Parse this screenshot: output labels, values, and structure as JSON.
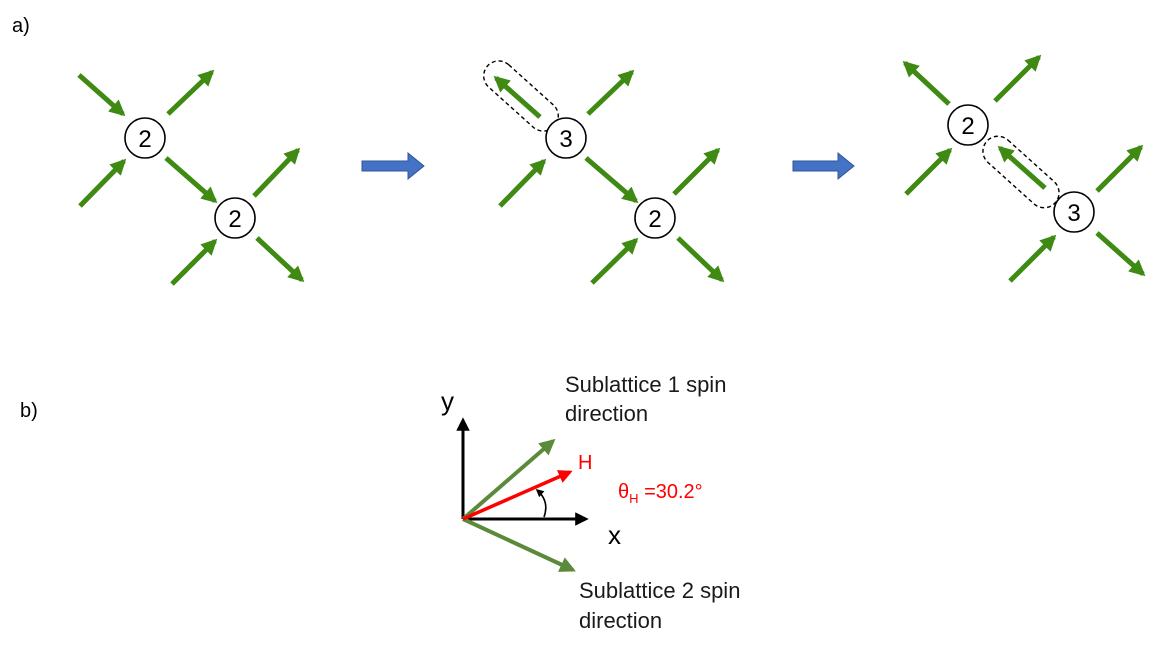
{
  "colors": {
    "spin_arrow": "#3f8a12",
    "step_arrow": "#4472c4",
    "field_arrow": "#ff0000",
    "axis": "#000000",
    "sublattice_arrow": "#5b8a3a"
  },
  "panel_a": {
    "label": "a)",
    "stages": [
      {
        "nodes": [
          {
            "value": "2"
          },
          {
            "value": "2"
          }
        ],
        "step_arrow_icon": "right-arrow-icon"
      },
      {
        "nodes": [
          {
            "value": "3"
          },
          {
            "value": "2"
          }
        ],
        "highlight": "dashed-outline-around-flipped-spin",
        "step_arrow_icon": "right-arrow-icon"
      },
      {
        "nodes": [
          {
            "value": "2"
          },
          {
            "value": "3"
          }
        ],
        "highlight": "dashed-outline-around-flipped-spin"
      }
    ]
  },
  "panel_b": {
    "label": "b)",
    "y_label": "y",
    "x_label": "x",
    "field_label": "H",
    "angle_label": "θ",
    "angle_subscript": "H",
    "angle_value": " =30.2°",
    "sublattice1": {
      "line1": "Sublattice 1 spin",
      "line2": "direction"
    },
    "sublattice2": {
      "line1": "Sublattice 2 spin",
      "line2": "direction"
    }
  }
}
